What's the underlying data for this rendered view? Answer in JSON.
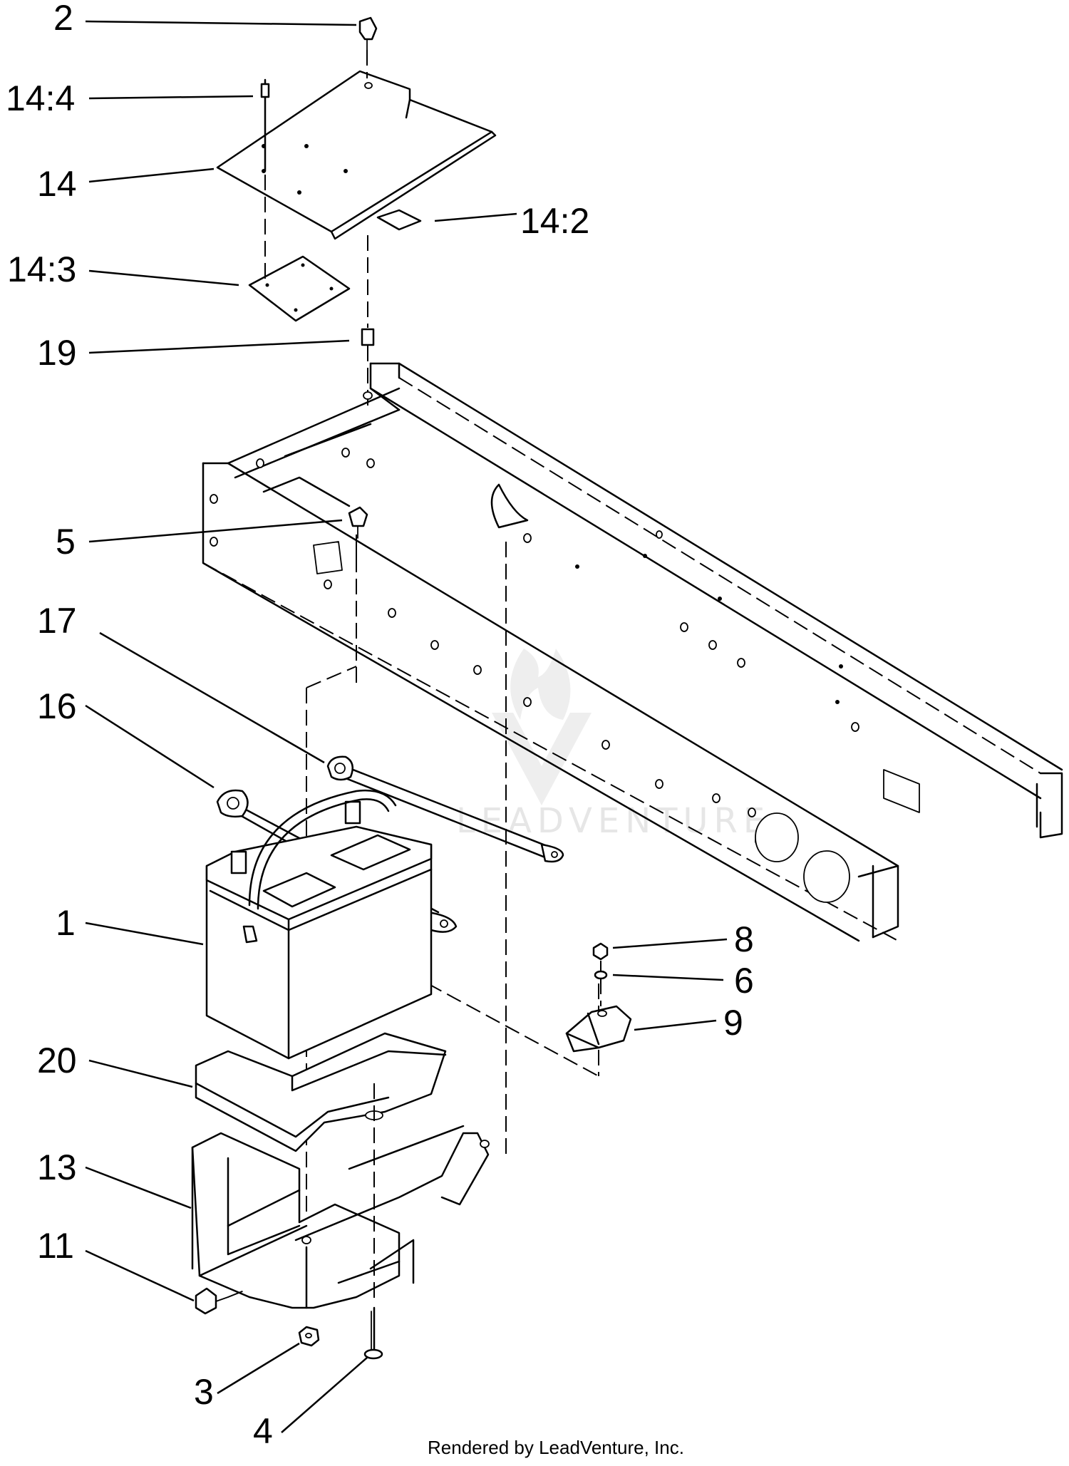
{
  "callouts": [
    {
      "id": "c2",
      "label": "2"
    },
    {
      "id": "c14_4",
      "label": "14:4"
    },
    {
      "id": "c14",
      "label": "14"
    },
    {
      "id": "c14_3",
      "label": "14:3"
    },
    {
      "id": "c14_2",
      "label": "14:2"
    },
    {
      "id": "c19",
      "label": "19"
    },
    {
      "id": "c5",
      "label": "5"
    },
    {
      "id": "c17",
      "label": "17"
    },
    {
      "id": "c16",
      "label": "16"
    },
    {
      "id": "c1",
      "label": "1"
    },
    {
      "id": "c8",
      "label": "8"
    },
    {
      "id": "c6",
      "label": "6"
    },
    {
      "id": "c9",
      "label": "9"
    },
    {
      "id": "c20",
      "label": "20"
    },
    {
      "id": "c13",
      "label": "13"
    },
    {
      "id": "c11",
      "label": "11"
    },
    {
      "id": "c3",
      "label": "3"
    },
    {
      "id": "c4",
      "label": "4"
    }
  ],
  "watermark": "LEADVENTURE",
  "footer": "Rendered by LeadVenture, Inc."
}
